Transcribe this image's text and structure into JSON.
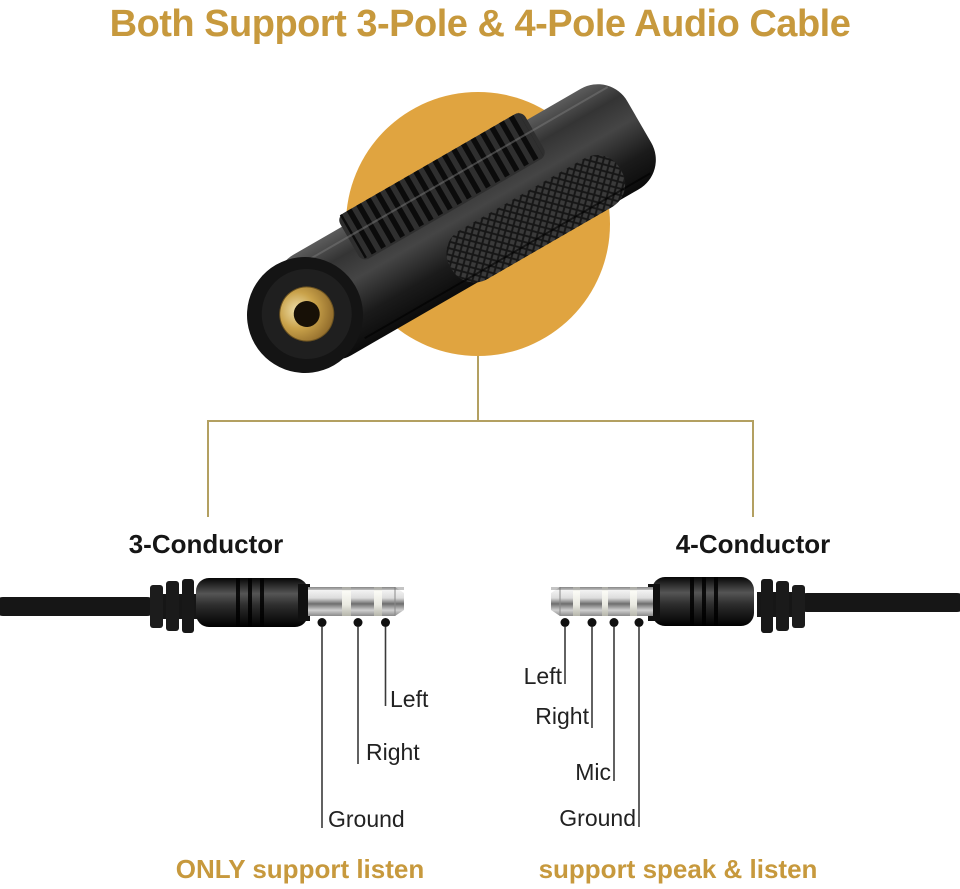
{
  "title": {
    "text": "Both Support 3-Pole & 4-Pole Audio Cable"
  },
  "colors": {
    "accent_gold": "#c7993d",
    "circle_gold": "#e0a440",
    "connector_line": "#b3a061",
    "label_text": "#222222"
  },
  "left": {
    "heading": "3-Conductor",
    "caption": "ONLY support listen",
    "pins": [
      {
        "label": "Left"
      },
      {
        "label": "Right"
      },
      {
        "label": "Ground"
      }
    ]
  },
  "right": {
    "heading": "4-Conductor",
    "caption": "support speak & listen",
    "pins": [
      {
        "label": "Left"
      },
      {
        "label": "Right"
      },
      {
        "label": "Mic"
      },
      {
        "label": "Ground"
      }
    ]
  }
}
